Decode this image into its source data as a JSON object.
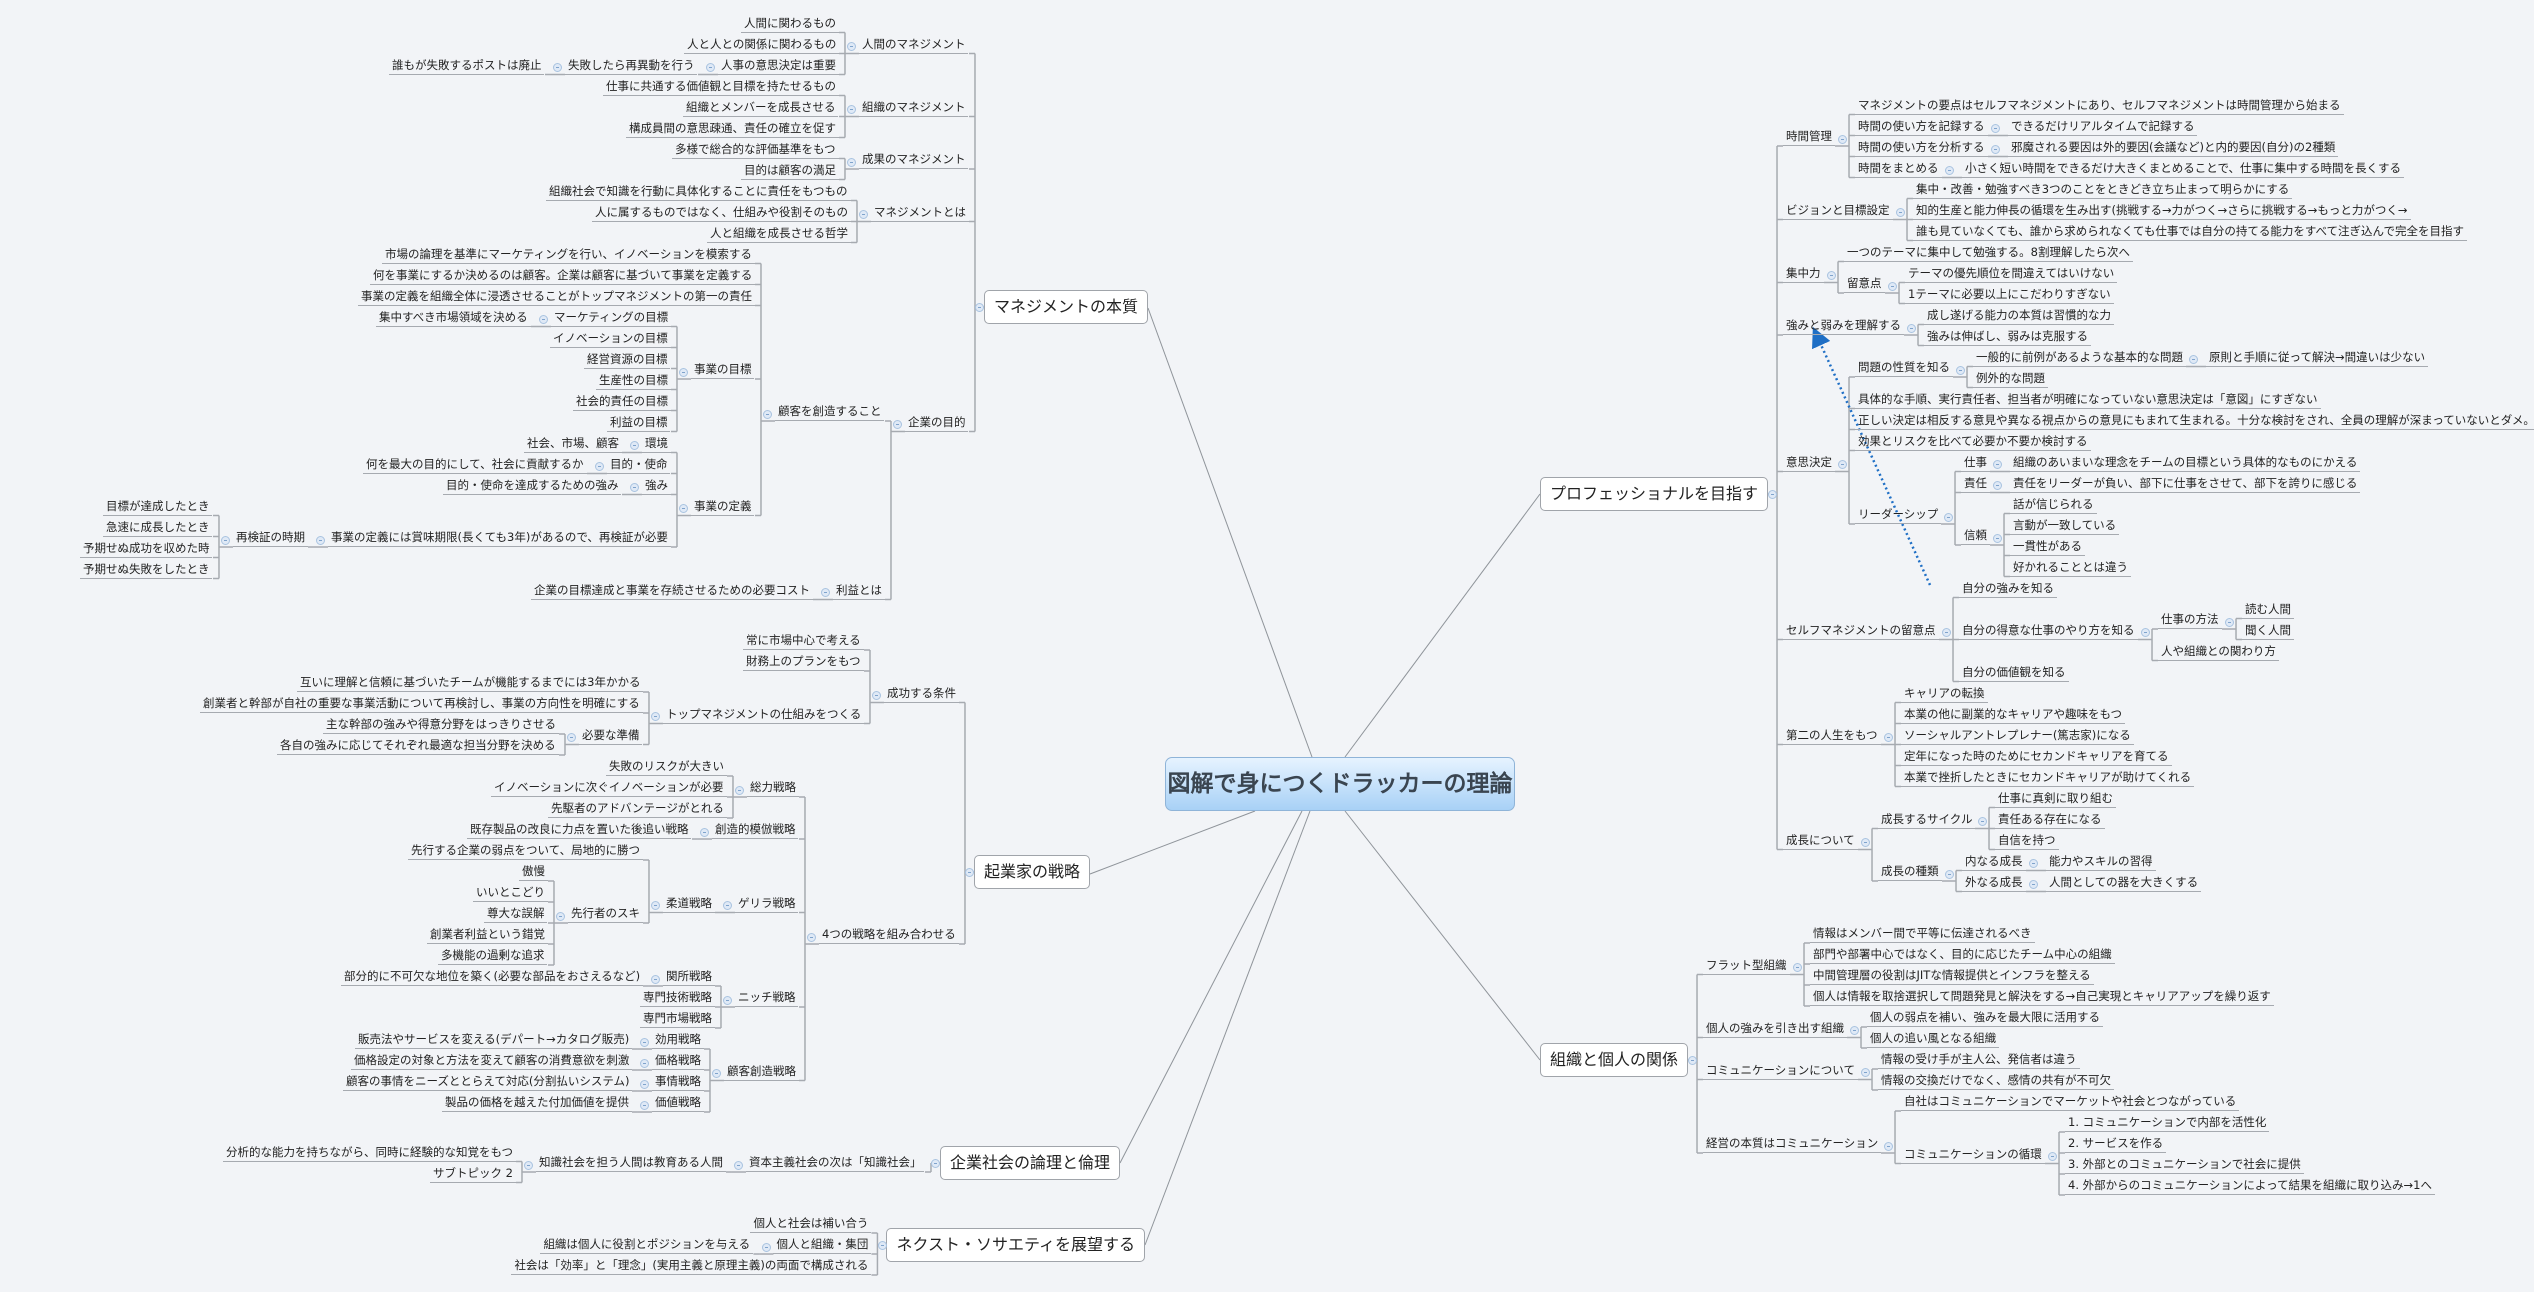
{
  "title": "図解で身につくドラッカーの理論",
  "colors": {
    "root_fill": "#a8d1f6",
    "relationship_arrow": "#1f6fc5",
    "connector": "#a6aab0"
  },
  "branches": [
    {
      "text": "マネジメントの本質",
      "children": [
        {
          "text": "人間のマネジメント",
          "children": [
            {
              "text": "人間に関わるもの"
            },
            {
              "text": "人と人との関係に関わるもの"
            },
            {
              "text": "人事の意思決定は重要",
              "children": [
                {
                  "text": "失敗したら再異動を行う",
                  "children": [
                    {
                      "text": "誰もが失敗するポストは廃止"
                    }
                  ]
                }
              ]
            }
          ]
        },
        {
          "text": "組織のマネジメント",
          "children": [
            {
              "text": "仕事に共通する価値観と目標を持たせるもの"
            },
            {
              "text": "組織とメンバーを成長させる"
            },
            {
              "text": "構成員間の意思疎通、責任の確立を促す"
            }
          ]
        },
        {
          "text": "成果のマネジメント",
          "children": [
            {
              "text": "多様で総合的な評価基準をもつ"
            },
            {
              "text": "目的は顧客の満足"
            }
          ]
        },
        {
          "text": "マネジメントとは",
          "children": [
            {
              "text": "組織社会で知識を行動に具体化することに責任をもつもの"
            },
            {
              "text": "人に属するものではなく、仕組みや役割そのもの"
            },
            {
              "text": "人と組織を成長させる哲学"
            }
          ]
        },
        {
          "text": "企業の目的",
          "children": [
            {
              "text": "顧客を創造すること",
              "children": [
                {
                  "text": "市場の論理を基準にマーケティングを行い、イノベーションを模索する"
                },
                {
                  "text": "何を事業にするか決めるのは顧客。企業は顧客に基づいて事業を定義する"
                },
                {
                  "text": "事業の定義を組織全体に浸透させることがトップマネジメントの第一の責任"
                },
                {
                  "text": "事業の目標",
                  "children": [
                    {
                      "text": "マーケティングの目標",
                      "children": [
                        {
                          "text": "集中すべき市場領域を決める"
                        }
                      ]
                    },
                    {
                      "text": "イノベーションの目標"
                    },
                    {
                      "text": "経営資源の目標"
                    },
                    {
                      "text": "生産性の目標"
                    },
                    {
                      "text": "社会的責任の目標"
                    },
                    {
                      "text": "利益の目標"
                    }
                  ]
                },
                {
                  "text": "事業の定義",
                  "children": [
                    {
                      "text": "環境",
                      "children": [
                        {
                          "text": "社会、市場、顧客"
                        }
                      ]
                    },
                    {
                      "text": "目的・使命",
                      "children": [
                        {
                          "text": "何を最大の目的にして、社会に貢献するか"
                        }
                      ]
                    },
                    {
                      "text": "強み",
                      "children": [
                        {
                          "text": "目的・使命を達成するための強み"
                        }
                      ]
                    },
                    {
                      "text": "事業の定義には賞味期限(長くても3年)があるので、再検証が必要",
                      "children": [
                        {
                          "text": "再検証の時期",
                          "children": [
                            {
                              "text": "目標が達成したとき"
                            },
                            {
                              "text": "急速に成長したとき"
                            },
                            {
                              "text": "予期せぬ成功を収めた時"
                            },
                            {
                              "text": "予期せぬ失敗をしたとき"
                            }
                          ]
                        }
                      ]
                    }
                  ]
                }
              ]
            },
            {
              "text": "利益とは",
              "children": [
                {
                  "text": "企業の目標達成と事業を存続させるための必要コスト"
                }
              ]
            }
          ]
        }
      ]
    },
    {
      "text": "起業家の戦略",
      "children": [
        {
          "text": "成功する条件",
          "children": [
            {
              "text": "常に市場中心で考える"
            },
            {
              "text": "財務上のプランをもつ"
            },
            {
              "text": "トップマネジメントの仕組みをつくる",
              "children": [
                {
                  "text": "互いに理解と信頼に基づいたチームが機能するまでには3年かかる"
                },
                {
                  "text": "創業者と幹部が自社の重要な事業活動について再検討し、事業の方向性を明確にする"
                },
                {
                  "text": "必要な準備",
                  "children": [
                    {
                      "text": "主な幹部の強みや得意分野をはっきりさせる"
                    },
                    {
                      "text": "各自の強みに応じてそれぞれ最適な担当分野を決める"
                    }
                  ]
                }
              ]
            }
          ]
        },
        {
          "text": "4つの戦略を組み合わせる",
          "children": [
            {
              "text": "総力戦略",
              "children": [
                {
                  "text": "失敗のリスクが大きい"
                },
                {
                  "text": "イノベーションに次ぐイノベーションが必要"
                },
                {
                  "text": "先駆者のアドバンテージがとれる"
                }
              ]
            },
            {
              "text": "創造的模倣戦略",
              "children": [
                {
                  "text": "既存製品の改良に力点を置いた後追い戦略"
                }
              ]
            },
            {
              "text": "ゲリラ戦略",
              "children": [
                {
                  "text": "柔道戦略",
                  "children": [
                    {
                      "text": "先行する企業の弱点をついて、局地的に勝つ"
                    },
                    {
                      "text": "先行者のスキ",
                      "children": [
                        {
                          "text": "傲慢"
                        },
                        {
                          "text": "いいとこどり"
                        },
                        {
                          "text": "尊大な誤解"
                        },
                        {
                          "text": "創業者利益という錯覚"
                        },
                        {
                          "text": "多機能の過剰な追求"
                        }
                      ]
                    }
                  ]
                }
              ]
            },
            {
              "text": "ニッチ戦略",
              "children": [
                {
                  "text": "関所戦略",
                  "children": [
                    {
                      "text": "部分的に不可欠な地位を築く(必要な部品をおさえるなど)"
                    }
                  ]
                },
                {
                  "text": "専門技術戦略"
                },
                {
                  "text": "専門市場戦略"
                }
              ]
            },
            {
              "text": "顧客創造戦略",
              "children": [
                {
                  "text": "効用戦略",
                  "children": [
                    {
                      "text": "販売法やサービスを変える(デパート→カタログ販売)"
                    }
                  ]
                },
                {
                  "text": "価格戦略",
                  "children": [
                    {
                      "text": "価格設定の対象と方法を変えて顧客の消費意欲を刺激"
                    }
                  ]
                },
                {
                  "text": "事情戦略",
                  "children": [
                    {
                      "text": "顧客の事情をニーズととらえて対応(分割払いシステム)"
                    }
                  ]
                },
                {
                  "text": "価値戦略",
                  "children": [
                    {
                      "text": "製品の価格を越えた付加価値を提供"
                    }
                  ]
                }
              ]
            }
          ]
        }
      ]
    },
    {
      "text": "企業社会の論理と倫理",
      "children": [
        {
          "text": "資本主義社会の次は「知識社会」",
          "children": [
            {
              "text": "知識社会を担う人間は教育ある人間",
              "children": [
                {
                  "text": "分析的な能力を持ちながら、同時に経験的な知覚をもつ"
                },
                {
                  "text": "サブトピック 2"
                }
              ]
            }
          ]
        }
      ]
    },
    {
      "text": "ネクスト・ソサエティを展望する",
      "children": [
        {
          "text": "個人と社会は補い合う"
        },
        {
          "text": "個人と組織・集団",
          "children": [
            {
              "text": "組織は個人に役割とポジションを与える"
            }
          ]
        },
        {
          "text": "社会は「効率」と「理念」(実用主義と原理主義)の両面で構成される"
        }
      ]
    },
    {
      "text": "プロフェッショナルを目指す",
      "children": [
        {
          "text": "時間管理",
          "children": [
            {
              "text": "マネジメントの要点はセルフマネジメントにあり、セルフマネジメントは時間管理から始まる"
            },
            {
              "text": "時間の使い方を記録する",
              "children": [
                {
                  "text": "できるだけリアルタイムで記録する"
                }
              ]
            },
            {
              "text": "時間の使い方を分析する",
              "children": [
                {
                  "text": "邪魔される要因は外的要因(会議など)と内的要因(自分)の2種類"
                }
              ]
            },
            {
              "text": "時間をまとめる",
              "children": [
                {
                  "text": "小さく短い時間をできるだけ大きくまとめることで、仕事に集中する時間を長くする"
                }
              ]
            }
          ]
        },
        {
          "text": "ビジョンと目標設定",
          "children": [
            {
              "text": "集中・改善・勉強すべき3つのことをときどき立ち止まって明らかにする"
            },
            {
              "text": "知的生産と能力伸長の循環を生み出す(挑戦する→力がつく→さらに挑戦する→もっと力がつく→"
            },
            {
              "text": "誰も見ていなくても、誰から求められなくても仕事では自分の持てる能力をすべて注ぎ込んで完全を目指す"
            }
          ]
        },
        {
          "text": "集中力",
          "children": [
            {
              "text": "一つのテーマに集中して勉強する。8割理解したら次へ"
            },
            {
              "text": "留意点",
              "children": [
                {
                  "text": "テーマの優先順位を間違えてはいけない"
                },
                {
                  "text": "1テーマに必要以上にこだわりすぎない"
                }
              ]
            }
          ]
        },
        {
          "text": "強みと弱みを理解する",
          "children": [
            {
              "text": "成し遂げる能力の本質は習慣的な力"
            },
            {
              "text": "強みは伸ばし、弱みは克服する"
            }
          ]
        },
        {
          "text": "意思決定",
          "children": [
            {
              "text": "問題の性質を知る",
              "children": [
                {
                  "text": "一般的に前例があるような基本的な問題",
                  "children": [
                    {
                      "text": "原則と手順に従って解決→間違いは少ない"
                    }
                  ]
                },
                {
                  "text": "例外的な問題"
                }
              ]
            },
            {
              "text": "具体的な手順、実行責任者、担当者が明確になっていない意思決定は「意図」にすぎない"
            },
            {
              "text": "正しい決定は相反する意見や異なる視点からの意見にもまれて生まれる。十分な検討をされ、全員の理解が深まっていないとダメ。"
            },
            {
              "text": "効果とリスクを比べて必要か不要か検討する"
            },
            {
              "text": "リーダーシップ",
              "children": [
                {
                  "text": "仕事",
                  "children": [
                    {
                      "text": "組織のあいまいな理念をチームの目標という具体的なものにかえる"
                    }
                  ]
                },
                {
                  "text": "責任",
                  "children": [
                    {
                      "text": "責任をリーダーが負い、部下に仕事をさせて、部下を誇りに感じる"
                    }
                  ]
                },
                {
                  "text": "信頼",
                  "children": [
                    {
                      "text": "話が信じられる"
                    },
                    {
                      "text": "言動が一致している"
                    },
                    {
                      "text": "一貫性がある"
                    },
                    {
                      "text": "好かれることとは違う"
                    }
                  ]
                }
              ]
            }
          ]
        },
        {
          "text": "セルフマネジメントの留意点",
          "children": [
            {
              "text": "自分の強みを知る"
            },
            {
              "text": "自分の得意な仕事のやり方を知る",
              "children": [
                {
                  "text": "仕事の方法",
                  "children": [
                    {
                      "text": "読む人間"
                    },
                    {
                      "text": "聞く人間"
                    }
                  ]
                },
                {
                  "text": "人や組織との関わり方"
                }
              ]
            },
            {
              "text": "自分の価値観を知る"
            }
          ]
        },
        {
          "text": "第二の人生をもつ",
          "children": [
            {
              "text": "キャリアの転換"
            },
            {
              "text": "本業の他に副業的なキャリアや趣味をもつ"
            },
            {
              "text": "ソーシャルアントレプレナー(篤志家)になる"
            },
            {
              "text": "定年になった時のためにセカンドキャリアを育てる"
            },
            {
              "text": "本業で挫折したときにセカンドキャリアが助けてくれる"
            }
          ]
        },
        {
          "text": "成長について",
          "children": [
            {
              "text": "成長するサイクル",
              "children": [
                {
                  "text": "仕事に真剣に取り組む"
                },
                {
                  "text": "責任ある存在になる"
                },
                {
                  "text": "自信を持つ"
                }
              ]
            },
            {
              "text": "成長の種類",
              "children": [
                {
                  "text": "内なる成長",
                  "children": [
                    {
                      "text": "能力やスキルの習得"
                    }
                  ]
                },
                {
                  "text": "外なる成長",
                  "children": [
                    {
                      "text": "人間としての器を大きくする"
                    }
                  ]
                }
              ]
            }
          ]
        }
      ]
    },
    {
      "text": "組織と個人の関係",
      "children": [
        {
          "text": "フラット型組織",
          "children": [
            {
              "text": "情報はメンバー間で平等に伝達されるべき"
            },
            {
              "text": "部門や部署中心ではなく、目的に応じたチーム中心の組織"
            },
            {
              "text": "中間管理層の役割はJITな情報提供とインフラを整える"
            },
            {
              "text": "個人は情報を取捨選択して問題発見と解決をする→自己実現とキャリアアップを繰り返す"
            }
          ]
        },
        {
          "text": "個人の強みを引き出す組織",
          "children": [
            {
              "text": "個人の弱点を補い、強みを最大限に活用する"
            },
            {
              "text": "個人の追い風となる組織"
            }
          ]
        },
        {
          "text": "コミュニケーションについて",
          "children": [
            {
              "text": "情報の受け手が主人公、発信者は違う"
            },
            {
              "text": "情報の交換だけでなく、感情の共有が不可欠"
            }
          ]
        },
        {
          "text": "経営の本質はコミュニケーション",
          "children": [
            {
              "text": "自社はコミュニケーションでマーケットや社会とつながっている"
            },
            {
              "text": "コミュニケーションの循環",
              "children": [
                {
                  "text": "1. コミュニケーションで内部を活性化"
                },
                {
                  "text": "2. サービスを作る"
                },
                {
                  "text": "3. 外部とのコミュニケーションで社会に提供"
                },
                {
                  "text": "4. 外部からのコミュニケーションによって結果を組織に取り込み→1へ"
                }
              ]
            }
          ]
        }
      ]
    }
  ]
}
